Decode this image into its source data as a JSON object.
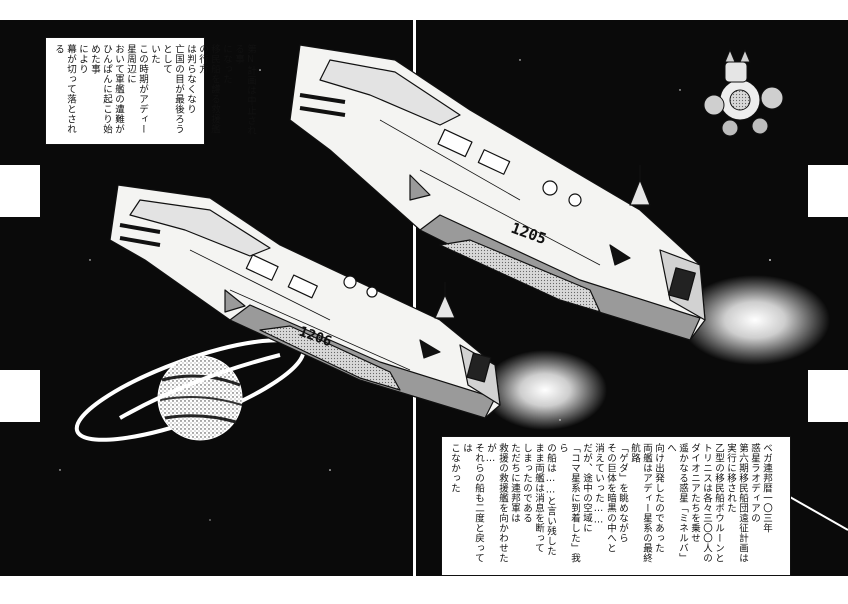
{
  "ships": [
    {
      "hull_number": "1205"
    },
    {
      "hull_number": "1206"
    }
  ],
  "caption_left": {
    "lines": [
      "第N計画は中止される事",
      "になった",
      "移民船を護る救援艦の行方",
      "は判らなくなり",
      "亡国の目が最後ろうとして",
      "いた",
      "この時期がアディー星周辺に",
      "おいて軍艦の遭難が",
      "ひんぱんに起こり始めた事",
      "により",
      "幕が切って落とされる"
    ]
  },
  "caption_right": {
    "lines": [
      "ベガ連邦暦一〇三年",
      "惑星ラオディアの",
      "第六期移民船団遠征計画は",
      "実行に移された",
      "乙型の移民船ボウルーンと",
      "トリニスは各々三〇〇人の",
      "ダイオニアたちを乗せ",
      "遥かなる惑星「ミネルバ」へ",
      "向け出発したのであった",
      "両艦はアディー星系の最終航路",
      "「ゲダ」を眺めながら",
      "その巨体を暗黒の中へと",
      "消えていった……",
      "だが、途中の空域に",
      "「コマ星系に到着した」我ら",
      "の船は……と言い残した",
      "まま両艦は消息を断って",
      "しまったのである",
      "ただちに連邦軍は",
      "救援の救援艦を向かわせたが…",
      "それらの船も二度と戻っては",
      "こなかった"
    ]
  },
  "colors": {
    "space": "#0a0a0a",
    "panel_gap": "#ffffff",
    "hull": "#f4f4f2",
    "hull_shade": "#9a9a9a",
    "ink": "#111111"
  }
}
